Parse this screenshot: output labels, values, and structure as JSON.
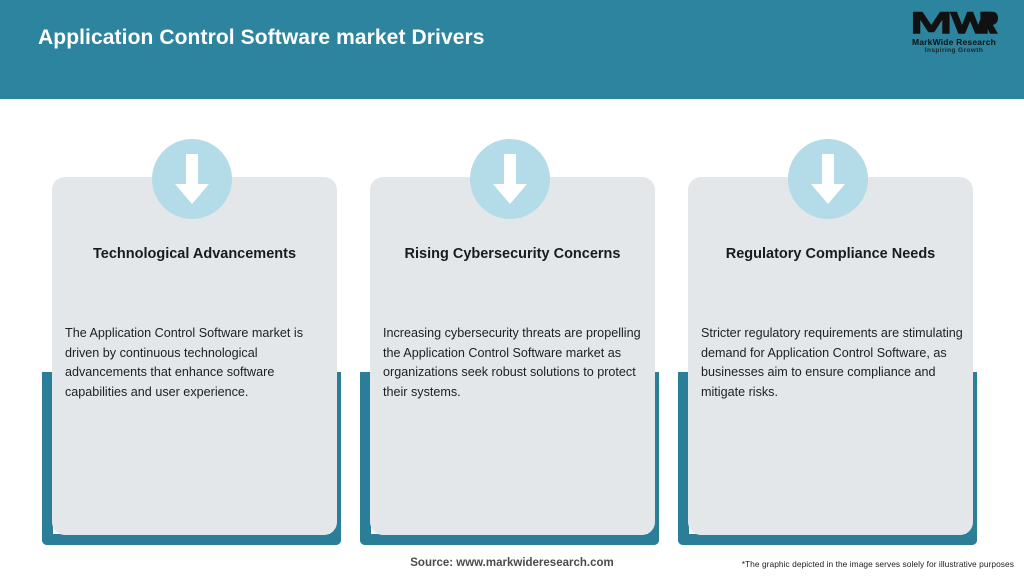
{
  "header": {
    "title": "Application Control Software market Drivers",
    "background_color": "#2d849e",
    "logo": {
      "mark": "MWR",
      "name": "MarkWide Research",
      "tagline": "Inspiring Growth"
    }
  },
  "theme": {
    "teal": "#2d849e",
    "bracket_teal": "#2b7e98",
    "panel_gray": "#e4e7e9",
    "icon_circle_blue": "#b3dbe8",
    "arrow_white": "#ffffff"
  },
  "cards": [
    {
      "icon": "arrow-down-icon",
      "title": "Technological Advancements",
      "body": "The Application Control Software market is driven by continuous technological advancements that enhance software capabilities and user experience."
    },
    {
      "icon": "arrow-down-icon",
      "title": "Rising Cybersecurity Concerns",
      "body": "Increasing cybersecurity threats are propelling the Application Control Software market as organizations seek robust solutions to protect their systems."
    },
    {
      "icon": "arrow-down-icon",
      "title": "Regulatory Compliance Needs",
      "body": "Stricter regulatory requirements are stimulating demand for Application Control Software, as businesses aim to ensure compliance and mitigate risks."
    }
  ],
  "footer": {
    "source": "Source: www.markwideresearch.com",
    "disclaimer": "*The graphic depicted in the image serves solely for illustrative purposes"
  }
}
